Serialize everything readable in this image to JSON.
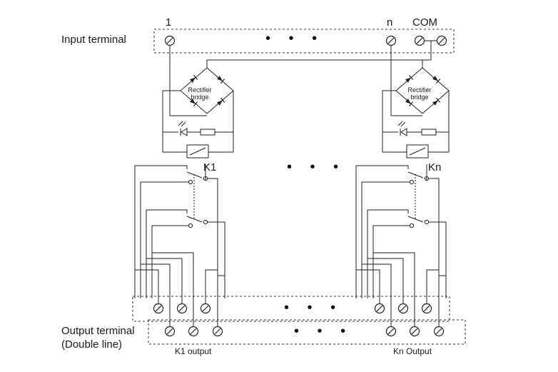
{
  "labels": {
    "input_terminal": "Input terminal",
    "input_1": "1",
    "input_n": "n",
    "input_com": "COM",
    "relay_k1": "K1",
    "relay_kn": "Kn",
    "output_terminal_line1": "Output terminal",
    "output_terminal_line2": "(Double line)",
    "k1_output": "K1 output",
    "kn_output": "Kn Output",
    "rectifier_line1": "Rectifier",
    "rectifier_line2": "bridge"
  },
  "ellipsis": "• • •"
}
